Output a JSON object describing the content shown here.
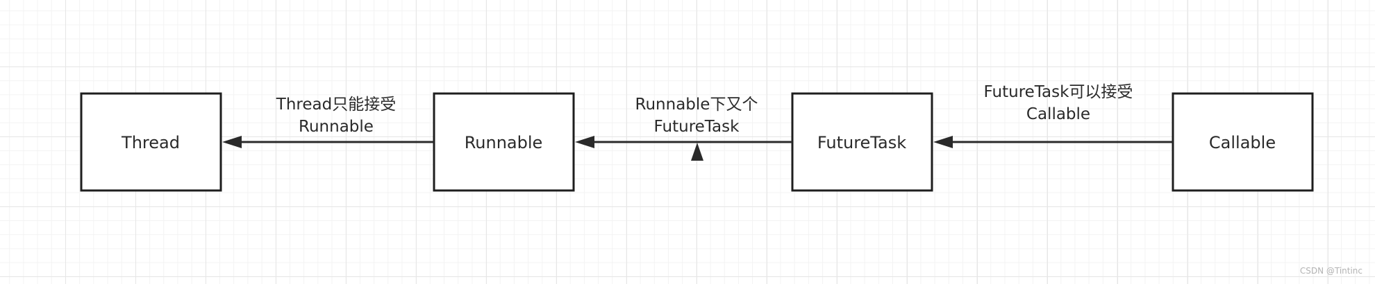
{
  "nodes": {
    "thread": "Thread",
    "runnable": "Runnable",
    "futuretask": "FutureTask",
    "callable": "Callable"
  },
  "edges": {
    "runnable_to_thread": {
      "line1": "Thread只能接受",
      "line2": "Runnable"
    },
    "futuretask_to_runnable": {
      "line1": "Runnable下又个",
      "line2": "FutureTask"
    },
    "callable_to_futuretask": {
      "line1": "FutureTask可以接受",
      "line2": "Callable"
    }
  },
  "watermark": "CSDN @Tintinc",
  "colors": {
    "stroke": "#1e1e1e",
    "text": "#2a2a2a",
    "grid": "#e6e6e6"
  }
}
